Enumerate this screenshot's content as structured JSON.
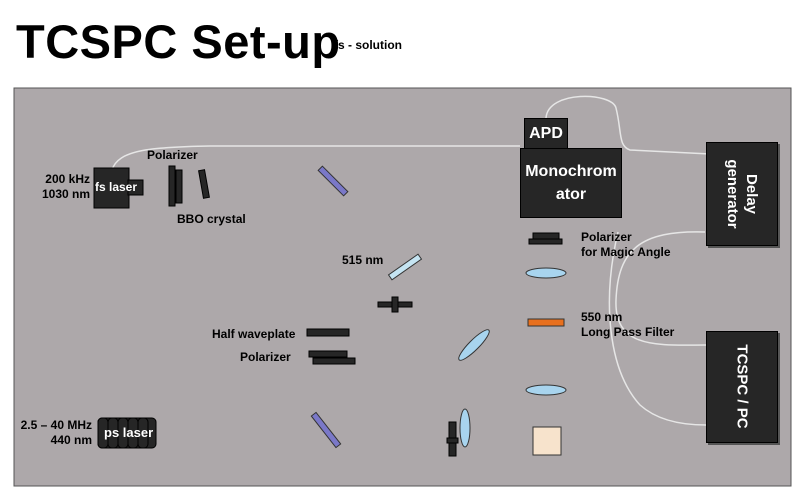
{
  "header": {
    "title": "TCSPC Set-up",
    "subtitle": "fs - solution"
  },
  "components": {
    "fs_laser": {
      "label": "fs laser",
      "spec": "200 kHz\n1030 nm"
    },
    "ps_laser": {
      "label": "ps laser",
      "spec": "2.5 – 40 MHz\n440 nm"
    },
    "polarizer_fs": "Polarizer",
    "bbo": "BBO crystal",
    "wavelength_515": "515 nm",
    "half_waveplate": "Half waveplate",
    "polarizer_ps": "Polarizer",
    "apd": "APD",
    "monochromator": "Monochrom\nator",
    "polarizer_magic": "Polarizer\nfor Magic Angle",
    "long_pass": "550 nm\nLong Pass Filter",
    "delay_generator": "Delay\ngenerator",
    "tcspc_pc": "TCSPC / PC"
  },
  "colors": {
    "bench": "#ada8aa",
    "device": "#262626",
    "mirror": "#7a78c8",
    "filter": "#e8701e",
    "sample": "#f7e3cc",
    "lens": "#a8d4ee"
  }
}
